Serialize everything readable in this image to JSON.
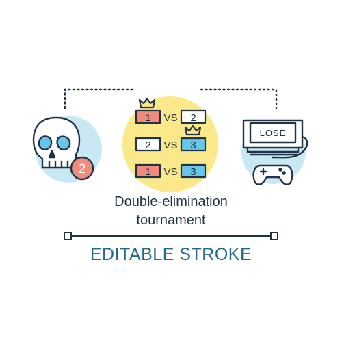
{
  "colors": {
    "outline": "#1f3345",
    "accent": "#236a86",
    "light_blue": "#c8e8f4",
    "yellow": "#fbe88a",
    "red": "#f28a7e",
    "blue_box": "#68c6e6"
  },
  "icons": {
    "skull": "skull-icon",
    "brackets": "tournament-bracket-icon",
    "monitor": "monitor-icon",
    "gamepad": "gamepad-icon",
    "crown": "crown-icon"
  },
  "skull_badge": "2",
  "bracket": {
    "rows": [
      {
        "left": "1",
        "vs": "VS",
        "right": "2"
      },
      {
        "left": "2",
        "vs": "VS",
        "right": "3"
      },
      {
        "left": "1",
        "vs": "VS",
        "right": "3"
      }
    ]
  },
  "monitor_text": "LOSE",
  "title_line1": "Double-elimination",
  "title_line2": "tournament",
  "stroke_label": "EDITABLE STROKE"
}
